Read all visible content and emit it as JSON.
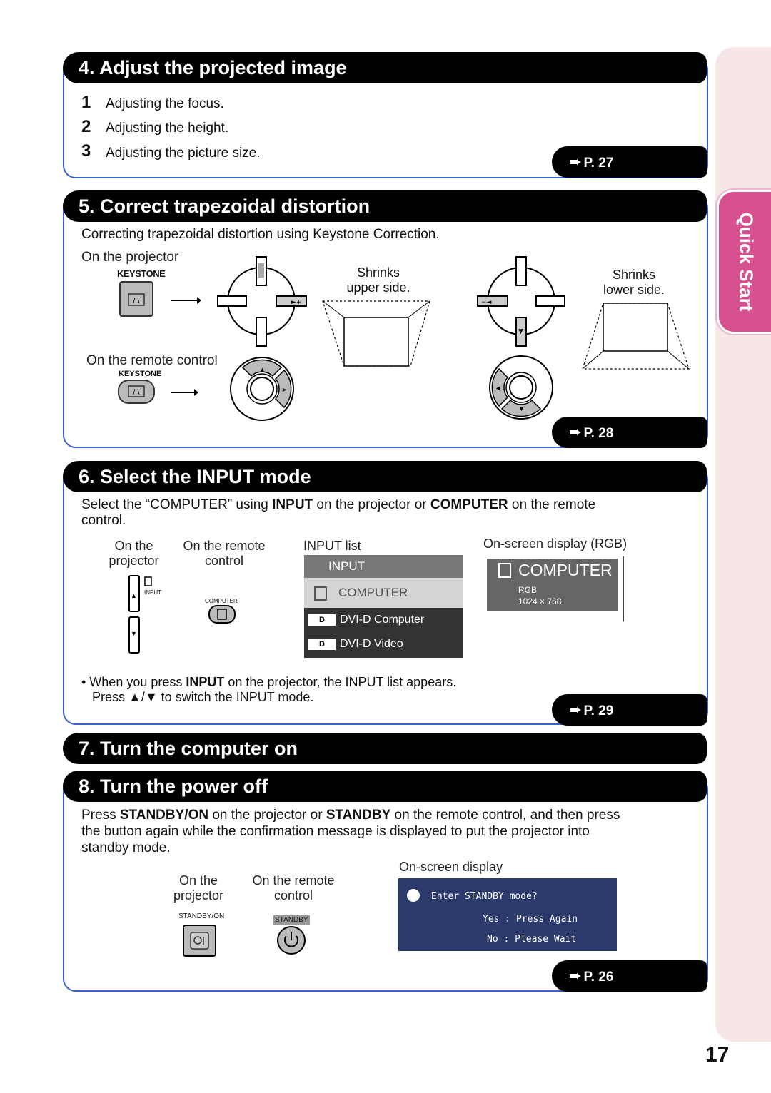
{
  "side_tab": "Quick Start",
  "page_number": "17",
  "s4": {
    "title": "4.  Adjust the projected image",
    "steps": [
      {
        "n": "1",
        "text": "Adjusting the focus."
      },
      {
        "n": "2",
        "text": "Adjusting the height."
      },
      {
        "n": "3",
        "text": "Adjusting the picture size."
      }
    ],
    "ref": "P. 27"
  },
  "s5": {
    "title": "5. Correct trapezoidal distortion",
    "desc": "Correcting trapezoidal distortion using Keystone Correction.",
    "on_projector": "On the projector",
    "keystone_label": "KEYSTONE",
    "keystone_label_remote": "KEYSTONE",
    "on_remote": "On the remote control",
    "shrinks1_a": "Shrinks",
    "shrinks1_b": "upper side.",
    "shrinks2_a": "Shrinks",
    "shrinks2_b": "lower side.",
    "ref": "P. 28"
  },
  "s6": {
    "title": "6. Select the INPUT mode",
    "desc_pre": "Select the “COMPUTER” using ",
    "desc_b1": "INPUT",
    "desc_mid": " on the projector or ",
    "desc_b2": "COMPUTER",
    "desc_post": " on the remote",
    "desc_line2": "control.",
    "col_projector_a": "On the",
    "col_projector_b": "projector",
    "col_remote_a": "On the remote",
    "col_remote_b": "control",
    "input_small": "INPUT",
    "computer_small": "COMPUTER",
    "input_list_label": "INPUT list",
    "input_list": {
      "header": "INPUT",
      "items": [
        {
          "badge": "",
          "label": "COMPUTER"
        },
        {
          "badge": "D",
          "label": "DVI-D Computer"
        },
        {
          "badge": "D",
          "label": "DVI-D Video"
        }
      ]
    },
    "osd_label": "On-screen display (RGB)",
    "osd_title": "COMPUTER",
    "osd_rgb": "RGB",
    "osd_res": "1024 × 768",
    "note_pre": "• When you press ",
    "note_b": "INPUT",
    "note_post": " on the projector, the INPUT list appears.",
    "note_line2": "Press ▲/▼ to switch the INPUT mode.",
    "ref": "P. 29"
  },
  "s7": {
    "title": "7. Turn the computer on"
  },
  "s8": {
    "title": "8. Turn the power off",
    "desc1_pre": "Press ",
    "desc1_b1": "STANDBY/ON",
    "desc1_mid": " on the projector or ",
    "desc1_b2": "STANDBY",
    "desc1_post": " on the remote control, and then press",
    "desc2": "the button again while the confirmation message is displayed to put the projector into",
    "desc3": "standby mode.",
    "col_projector_a": "On the",
    "col_projector_b": "projector",
    "col_remote_a": "On the remote",
    "col_remote_b": "control",
    "standby_on_label": "STANDBY/ON",
    "standby_label": "STANDBY",
    "osd_label": "On-screen display",
    "osd_line1": "Enter STANDBY mode?",
    "osd_line2": "Yes : Press Again",
    "osd_line3": "No : Please Wait",
    "ref": "P. 26"
  },
  "colors": {
    "frame": "#3a5fcf",
    "tab": "#d64f8f",
    "osd_standby": "#2b3a6b"
  }
}
